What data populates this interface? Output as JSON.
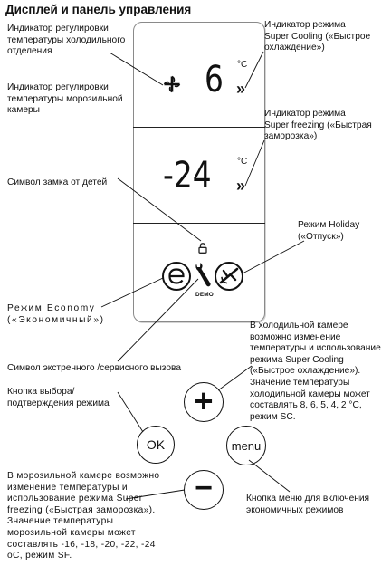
{
  "title": "Дисплей и панель управления",
  "display": {
    "fridge_value": "6",
    "freezer_value": "-24",
    "unit": "°C",
    "demo_label": "DEMO"
  },
  "labels": {
    "fridge_indicator": "Индикатор регулировки\nтемпературы холодильного\nотделения",
    "freezer_indicator": "Индикатор регулировки\nтемпературы морозильной\nкамеры",
    "child_lock": "Символ замка от детей",
    "economy": "Режим Economy\n(«Экономичный»)",
    "service": "Символ экстренного /сервисного вызова",
    "ok_button": "Кнопка выбора/\nподтверждения режима",
    "super_cooling": "Индикатор режима\nSuper Cooling («Быстрое\nохлаждение»)",
    "super_freezing": "Индикатор режима\nSuper freezing («Быстрая\nзаморозка»)",
    "holiday": "Режим Holiday\n(«Отпуск»)",
    "plus_description": "В холодильной камере\nвозможно изменение\nтемпературы и использование\nрежима Super Cooling\n(«Быстрое охлаждение»).\nЗначение температуры\nхолодильной камеры может\nсоставлять 8, 6, 5, 4, 2 °C,\nрежим SC.",
    "minus_description": "В морозильной камере возможно\nизменение температуры и\nиспользование режима Super\nfreezing («Быстрая заморозка»).\nЗначение температуры\nморозильной камеры может\nсоставлять -16, -18, -20, -22, -24\noC, режим SF.",
    "menu_description": "Кнопка меню для включения\nэкономичных режимов"
  },
  "buttons": {
    "plus": "+",
    "ok": "OK",
    "menu": "menu",
    "minus": "−"
  },
  "icons": {
    "fridge_indicator": "propeller-icon",
    "super_mode": "double-chevron-icon",
    "lock": "padlock-icon",
    "economy": "economy-e-icon",
    "service": "wrench-icon",
    "holiday": "airplane-icon"
  }
}
